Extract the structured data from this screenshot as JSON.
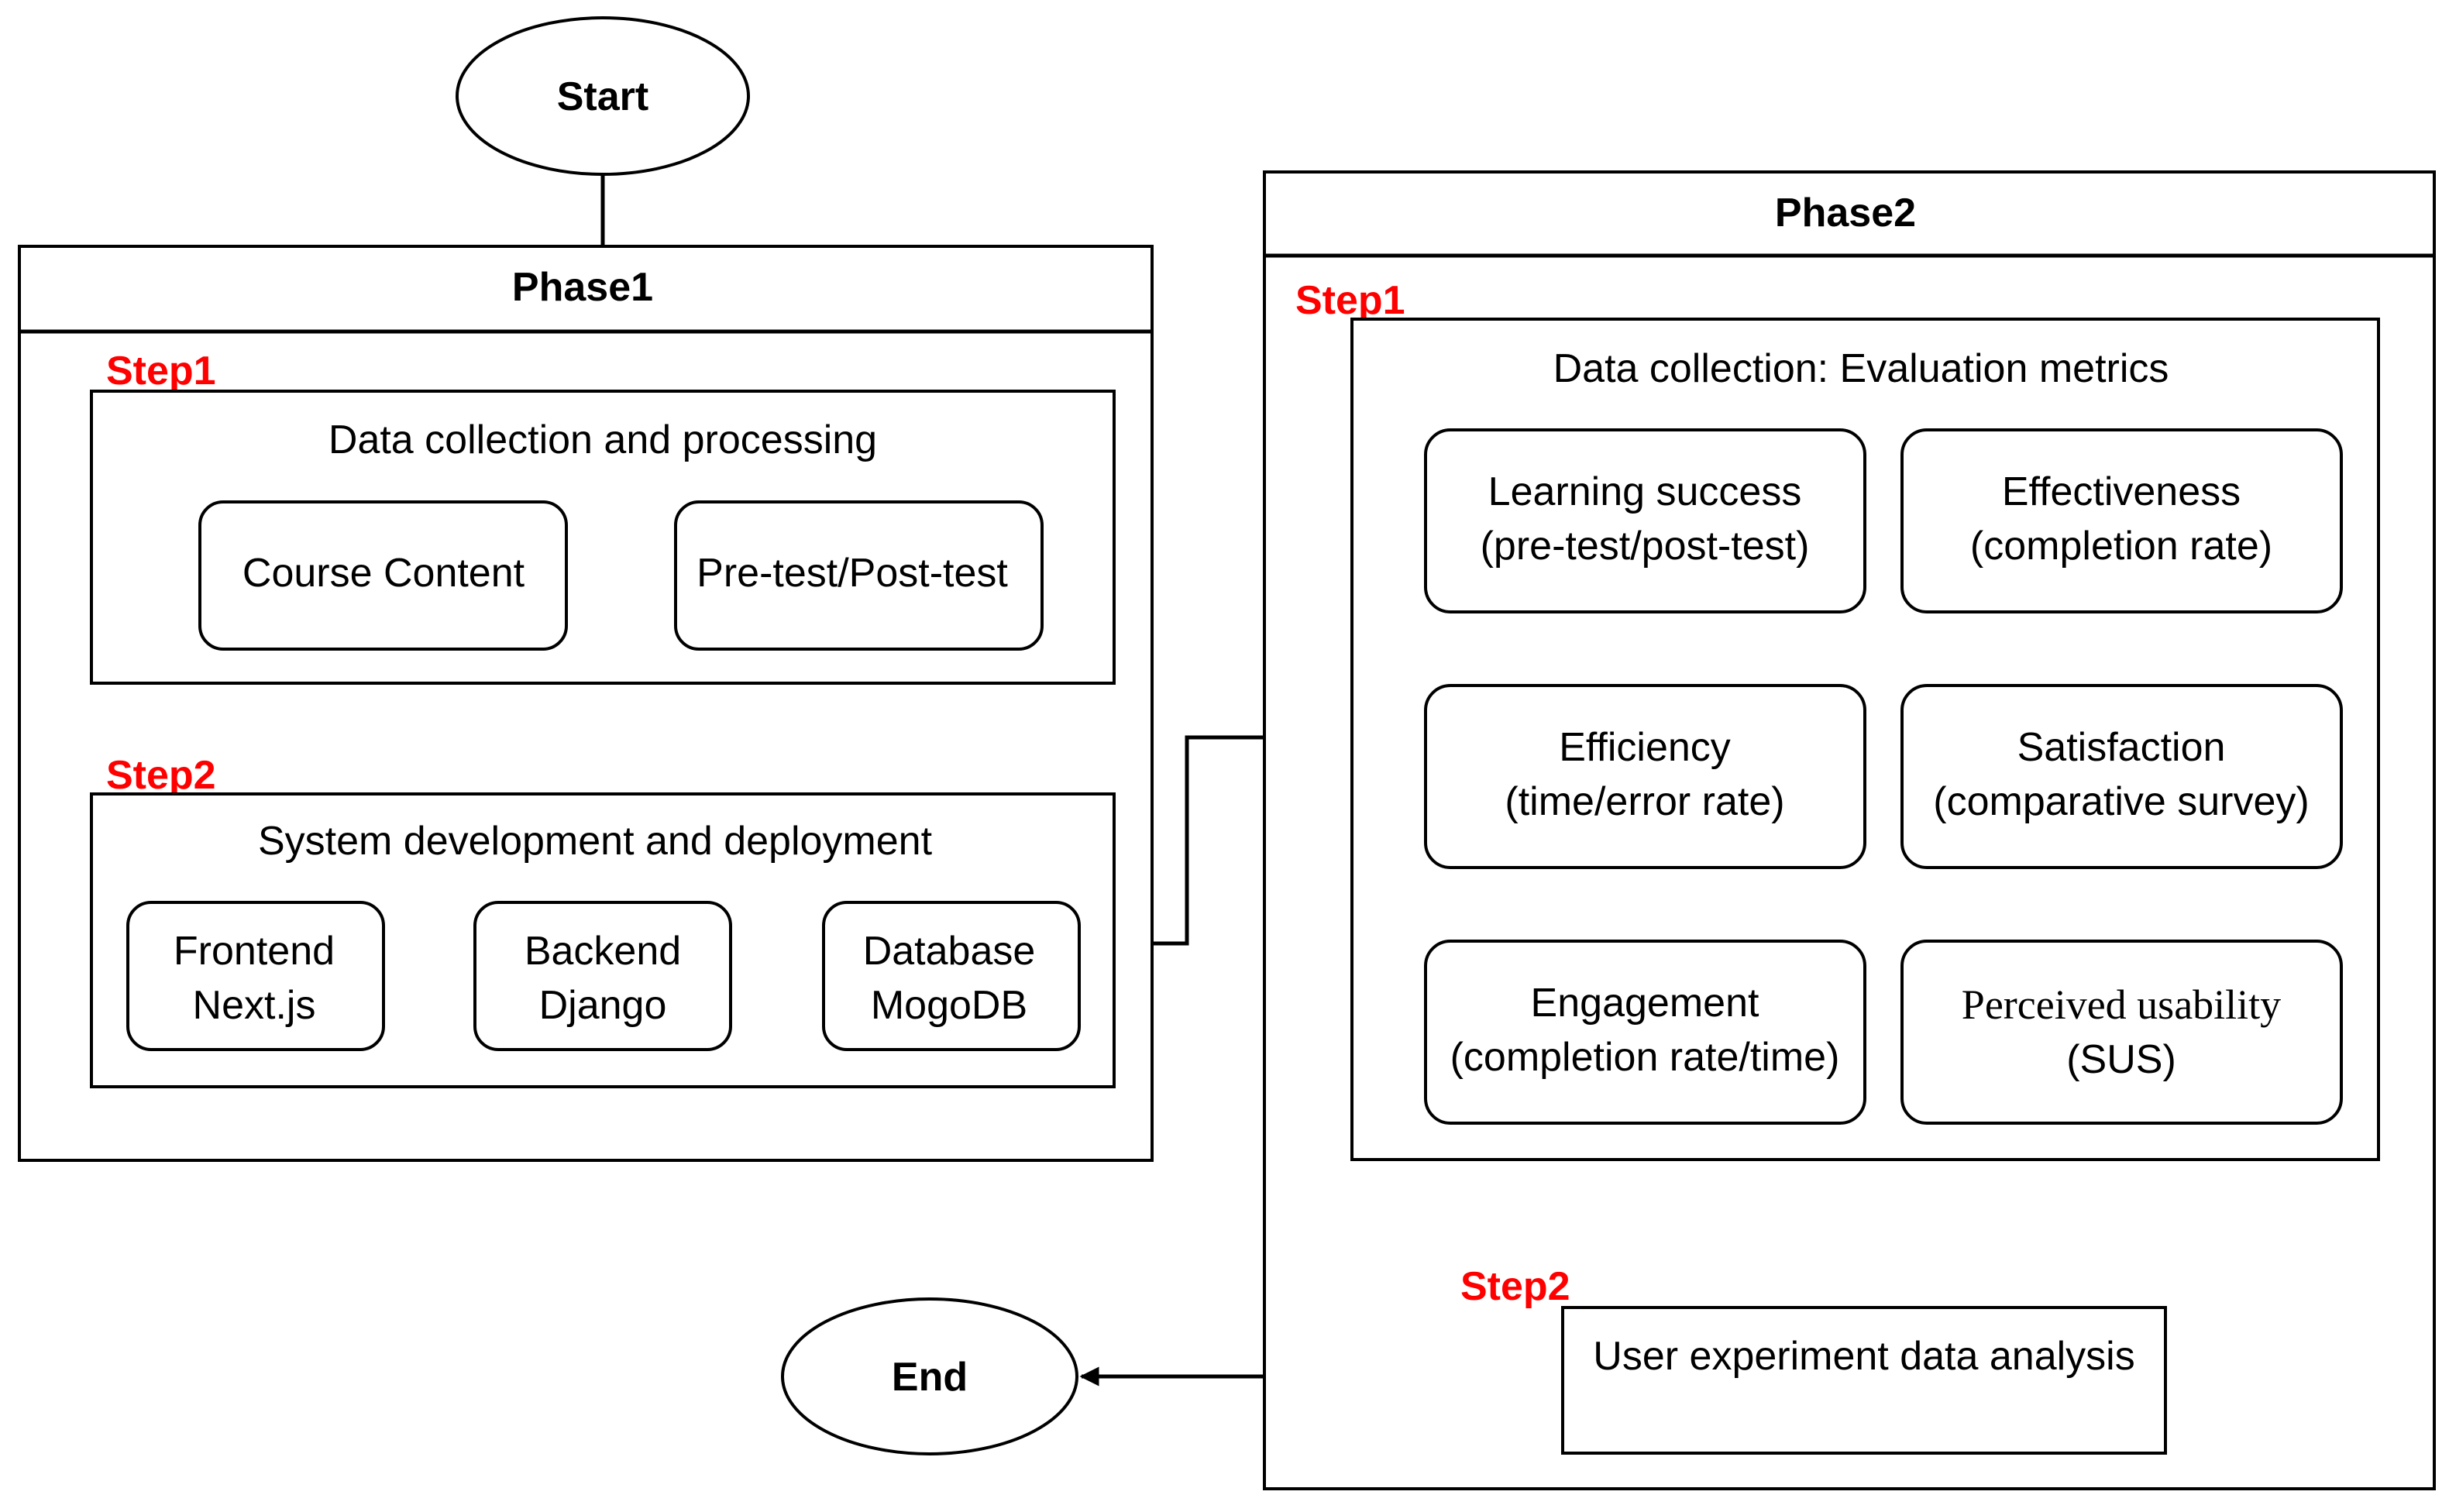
{
  "terminals": {
    "start": "Start",
    "end": "End"
  },
  "phase1": {
    "title": "Phase1",
    "step1": {
      "step_label": "Step1",
      "title": "Data collection and processing",
      "items": [
        "Course Content",
        "Pre-test/Post-test"
      ]
    },
    "step2": {
      "step_label": "Step2",
      "title": "System development and deployment",
      "components": [
        {
          "line1": "Frontend",
          "line2": "Next.js"
        },
        {
          "line1": "Backend",
          "line2": "Django"
        },
        {
          "line1": "Database",
          "line2": "MogoDB"
        }
      ]
    }
  },
  "phase2": {
    "title": "Phase2",
    "step1": {
      "step_label": "Step1",
      "title": "Data collection: Evaluation metrics",
      "metrics": [
        {
          "line1": "Learning success",
          "line2": "(pre-test/post-test)"
        },
        {
          "line1": "Effectiveness",
          "line2": "(completion rate)"
        },
        {
          "line1": "Efficiency",
          "line2": "(time/error rate)"
        },
        {
          "line1": "Satisfaction",
          "line2": "(comparative survey)"
        },
        {
          "line1": "Engagement",
          "line2": "(completion rate/time)"
        },
        {
          "line1": "Perceived usability",
          "line2": "(SUS)"
        }
      ]
    },
    "step2": {
      "step_label": "Step2",
      "title": "User experiment data analysis"
    }
  },
  "colors": {
    "step_label": "#ff0000",
    "stroke": "#000000",
    "background": "#ffffff"
  }
}
